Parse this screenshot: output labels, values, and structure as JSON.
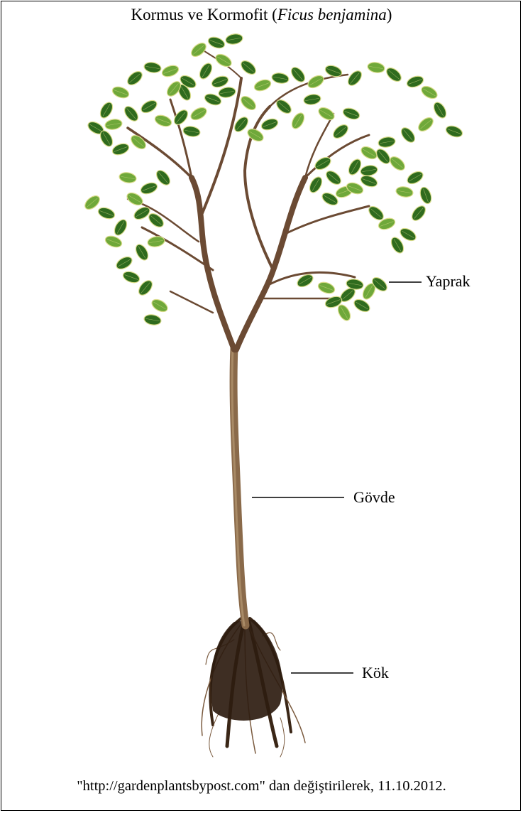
{
  "title": {
    "text_prefix": "Kormus ve Kormofit (",
    "text_italic": "Ficus benjamina",
    "text_suffix": ")"
  },
  "labels": {
    "leaf": "Yaprak",
    "stem": "Gövde",
    "root": "Kök"
  },
  "caption": "\"http://gardenplantsbypost.com\" dan değiştirilerek, 11.10.2012.",
  "colors": {
    "leaf_dark": "#2f6b1e",
    "leaf_light": "#6fa83a",
    "leaf_edge": "#d9dc8a",
    "bark": "#8a6a4a",
    "branch": "#6b4a33",
    "root": "#3a2616",
    "root_light": "#7a5a3e"
  }
}
